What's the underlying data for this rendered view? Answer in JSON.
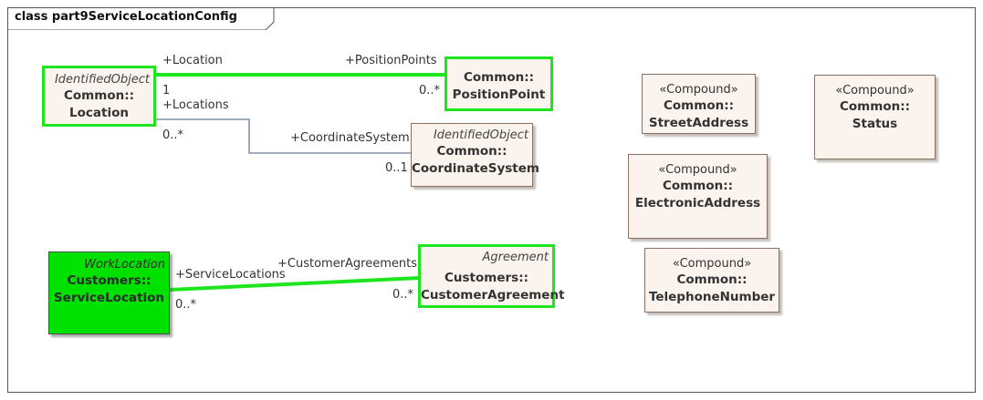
{
  "diagram": {
    "title": "class part9ServiceLocationConfig"
  },
  "classes": {
    "location": {
      "stereotype": "IdentifiedObject",
      "package": "Common::",
      "name": "Location"
    },
    "position_point": {
      "package": "Common::",
      "name": "PositionPoint"
    },
    "coordinate_system": {
      "stereotype": "IdentifiedObject",
      "package": "Common::",
      "name": "CoordinateSystem"
    },
    "service_location": {
      "stereotype": "WorkLocation",
      "package": "Customers::",
      "name": "ServiceLocation"
    },
    "customer_agreement": {
      "stereotype": "Agreement",
      "package": "Customers::",
      "name": "CustomerAgreement"
    },
    "street_address": {
      "stereotype": "«Compound»",
      "package": "Common::",
      "name": "StreetAddress"
    },
    "status": {
      "stereotype": "«Compound»",
      "package": "Common::",
      "name": "Status"
    },
    "electronic_address": {
      "stereotype": "«Compound»",
      "package": "Common::",
      "name": "ElectronicAddress"
    },
    "telephone_number": {
      "stereotype": "«Compound»",
      "package": "Common::",
      "name": "TelephoneNumber"
    }
  },
  "associations": {
    "location_position": {
      "role_a": "+Location",
      "mult_a": "1",
      "role_b": "+PositionPoints",
      "mult_b": "0..*"
    },
    "location_coordinate": {
      "role_a": "+Locations",
      "mult_a": "0..*",
      "role_b": "+CoordinateSystem",
      "mult_b": "0..1"
    },
    "service_agreement": {
      "role_a": "+ServiceLocations",
      "mult_a": "0..*",
      "role_b": "+CustomerAgreements",
      "mult_b": "0..*"
    }
  },
  "colors": {
    "highlight": "#1ee61e",
    "class_fill": "#fbf3ee",
    "class_border": "#8c6f62",
    "selected_fill": "#00e100",
    "connector": "#6b7a99"
  }
}
